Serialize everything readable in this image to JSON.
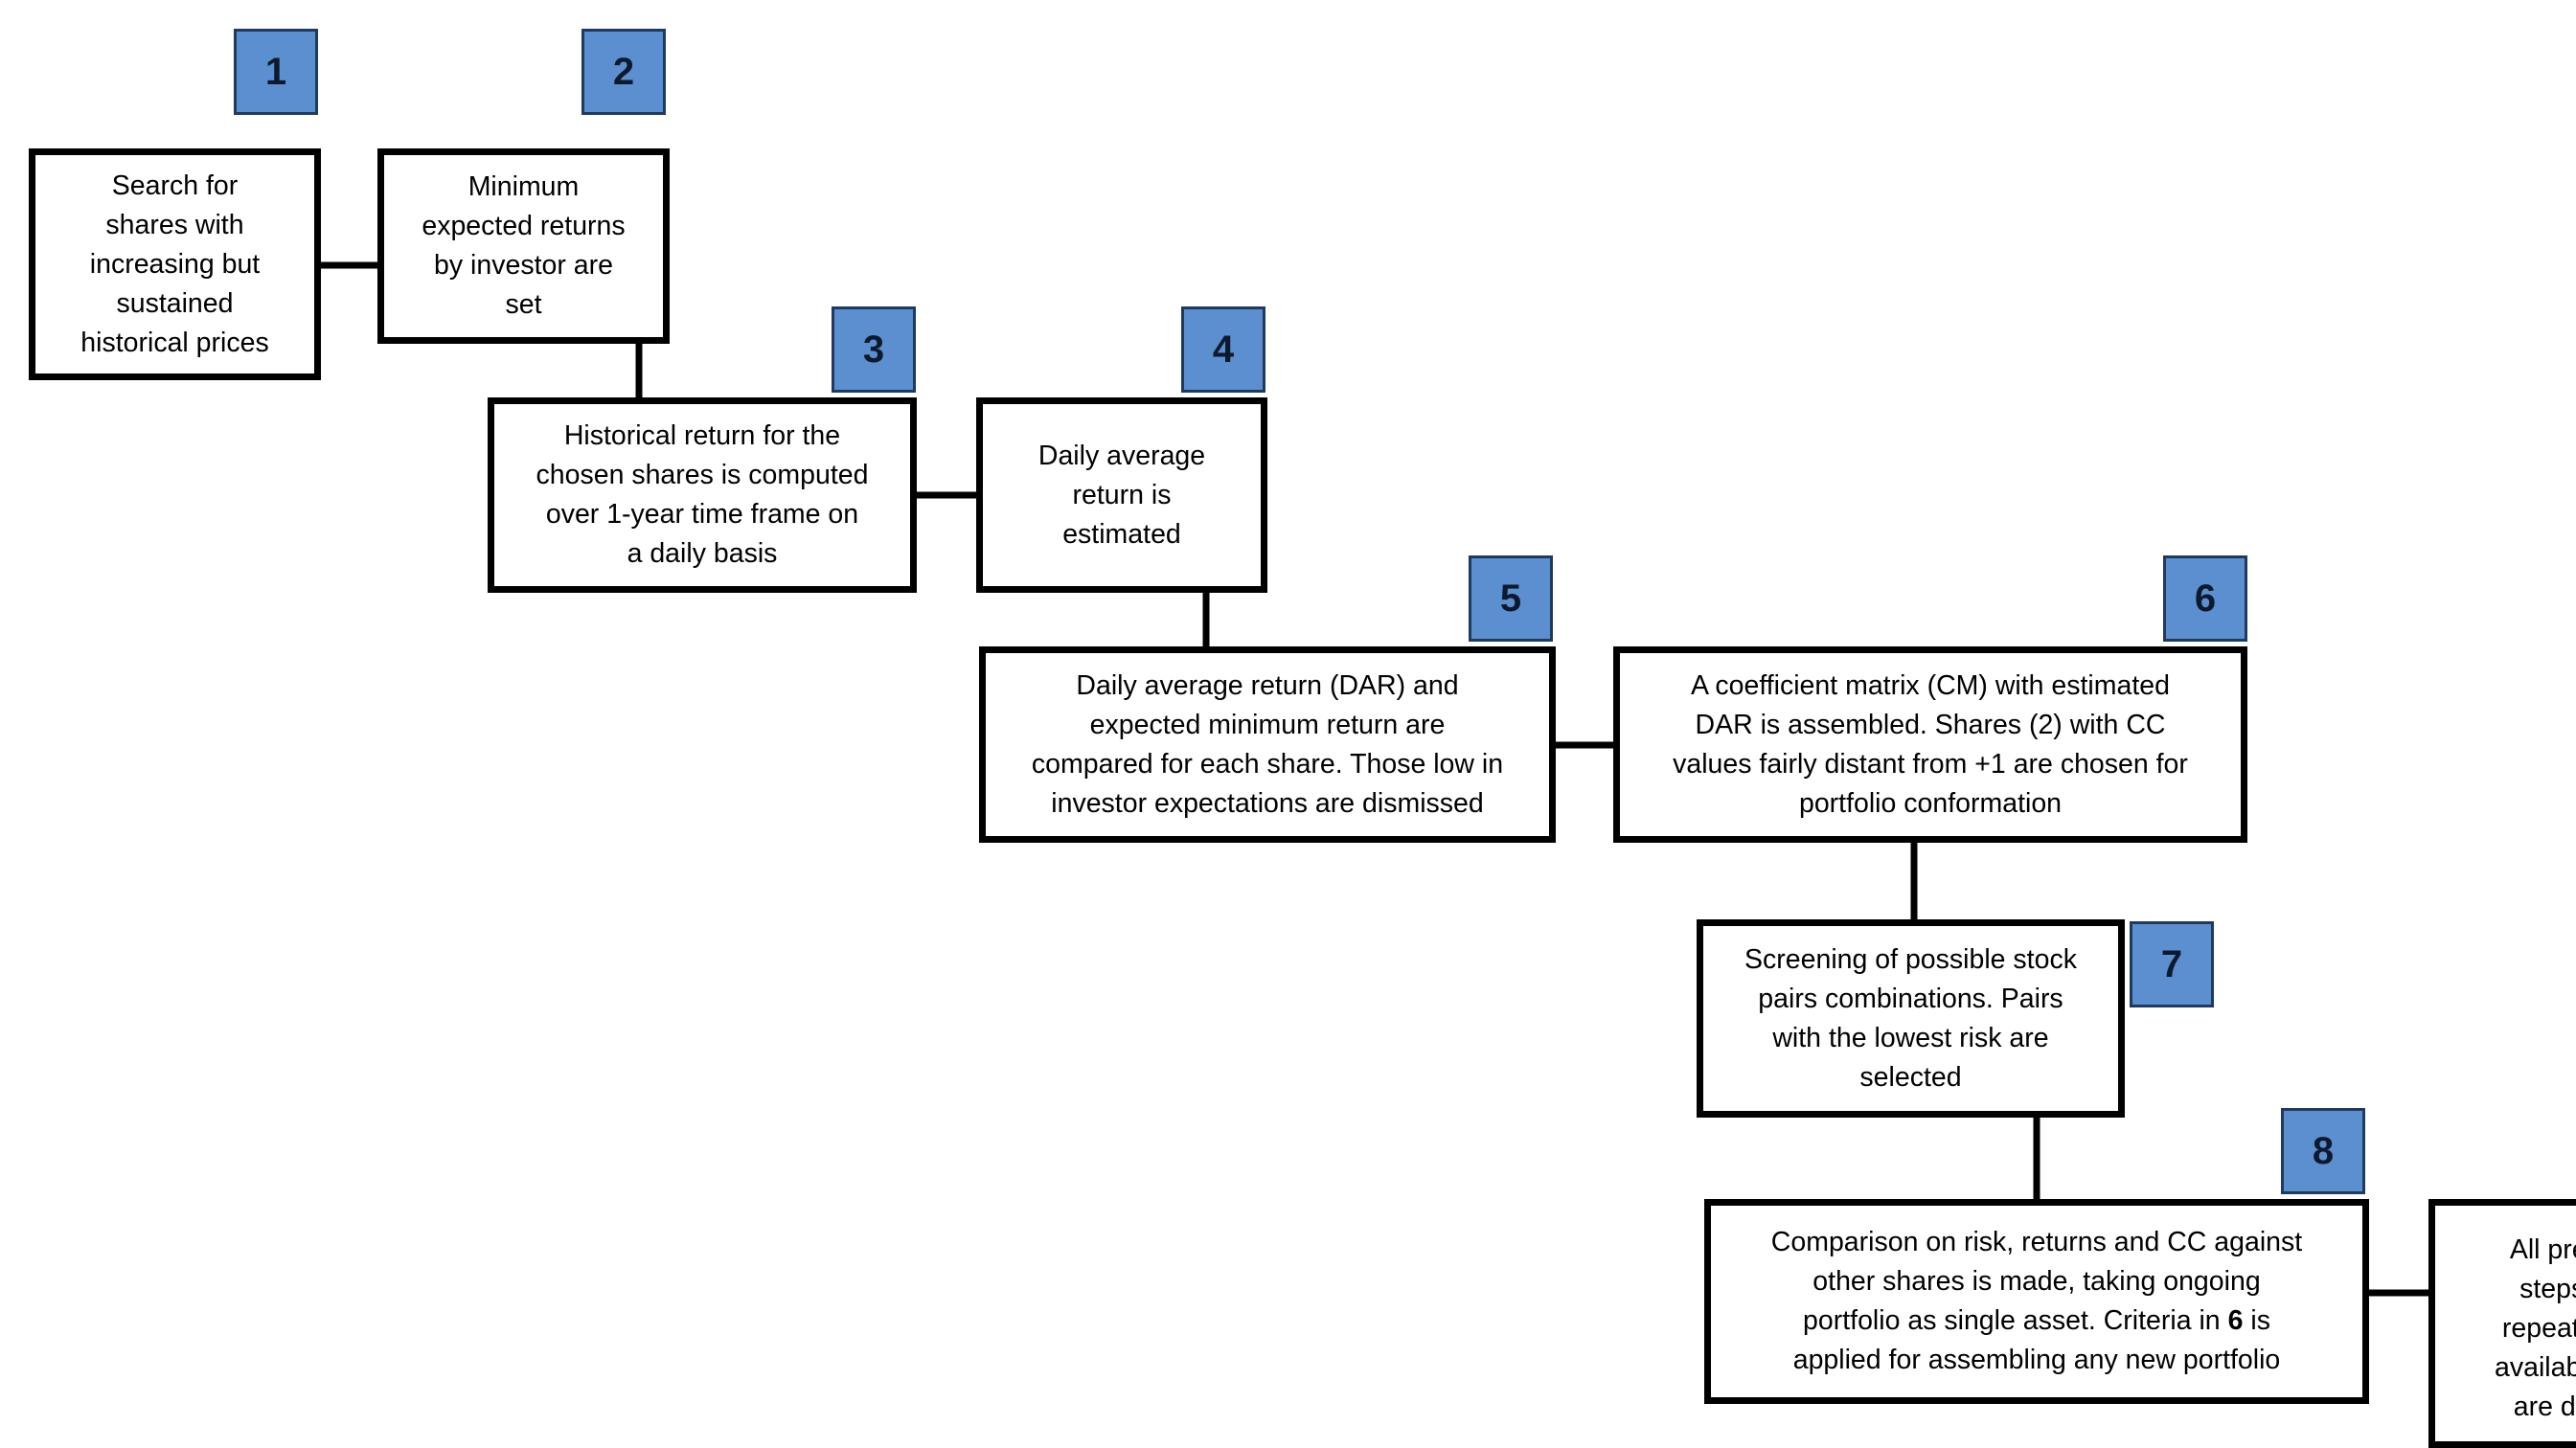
{
  "theme": {
    "badge_fill": "#5b8fd0",
    "badge_border": "#1f3a5f",
    "box_border": "#000000",
    "connector_color": "#000000"
  },
  "steps": [
    {
      "number": "1",
      "text": "Search for\nshares with\nincreasing but\nsustained\nhistorical prices"
    },
    {
      "number": "2",
      "text": "Minimum\nexpected returns\nby investor are\nset"
    },
    {
      "number": "3",
      "text": "Historical return for the\nchosen shares is computed\nover 1-year time frame on\na daily basis"
    },
    {
      "number": "4",
      "text": "Daily average\nreturn is\nestimated"
    },
    {
      "number": "5",
      "text": "Daily average return (DAR) and\nexpected minimum return are\ncompared for each share. Those low in\ninvestor expectations are dismissed"
    },
    {
      "number": "6",
      "text": "A coefficient matrix (CM) with estimated\nDAR is assembled. Shares (2) with CC\nvalues fairly distant from +1 are chosen for\nportfolio conformation"
    },
    {
      "number": "7",
      "text": "Screening of possible stock\npairs combinations. Pairs\nwith the lowest risk are\nselected"
    },
    {
      "number": "8",
      "text_before": "Comparison on risk, returns and CC against\nother shares is made, taking ongoing\nportfolio as single asset. Criteria in ",
      "text_bold": "6",
      "text_after": " is\napplied for assembling any new portfolio"
    }
  ],
  "partial_box": {
    "text": "All pre\n steps\nrepeate\navailable\n are de"
  }
}
